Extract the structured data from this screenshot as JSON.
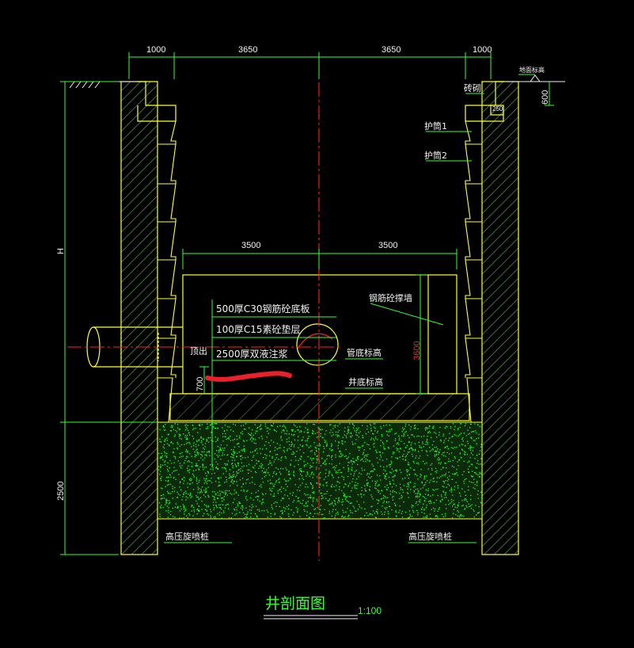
{
  "drawing": {
    "title": "井剖面图",
    "scale": "1:100",
    "colors": {
      "background": "#000000",
      "structure": "#ffff33",
      "hatch": "#4d8c3a",
      "dimension": "#33ff33",
      "text": "#f2f2f2",
      "centerline": "#ff2020",
      "sand": "#20ff20",
      "highlight": "#e8212b"
    },
    "dimensions": {
      "top_left_edge": "1000",
      "top_left_half": "3650",
      "top_right_half": "3650",
      "top_right_edge": "1000",
      "inner_left_half": "3500",
      "inner_right_half": "3500",
      "height_total": "H",
      "height_bottom": "2500",
      "inner_height": "3600",
      "ground_depth": "600",
      "pipe_offset": "700",
      "small_right": "250"
    },
    "labels": {
      "ground_elevation": "地面标高",
      "brick_collar": "砖砌",
      "wall_1": "护筒1",
      "wall_2": "护筒2",
      "rc_wall": "钢筋砼撑墙",
      "pipe_invert": "管底标高",
      "well_bottom": "井底标高",
      "pipe_out": "顶出",
      "jet_grout_left": "高压旋喷桩",
      "jet_grout_right": "高压旋喷桩"
    },
    "notes": {
      "layer_1": "500厚C30钢筋砼底板",
      "layer_2": "100厚C15素砼垫层",
      "layer_3": "2500厚双液注浆"
    }
  }
}
